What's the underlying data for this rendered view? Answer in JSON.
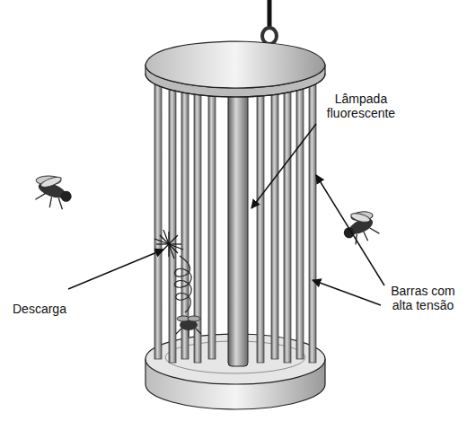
{
  "diagram": {
    "labels": [
      "Lâmpada fluorescente",
      "Barras com alta tensão",
      "Descarga"
    ]
  }
}
